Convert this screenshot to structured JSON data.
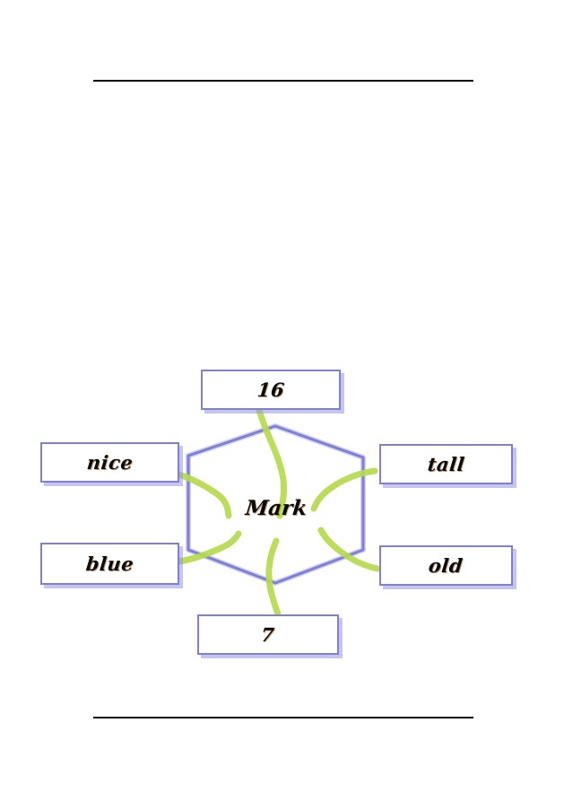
{
  "page": {
    "background_color": "#ffffff",
    "header_rule": true,
    "footer_rule": true
  },
  "diagram": {
    "type": "word-web",
    "center": {
      "shape": "hexagon",
      "label": "Mark",
      "border_color": "#7f7fd5"
    },
    "connector": {
      "style": "brush-squiggle",
      "color": "#b7da4e"
    },
    "box_style": {
      "border_color": "#7f7fd5",
      "fill_color": "#ffffff",
      "shadow_color": "#9696e1"
    },
    "nodes": [
      {
        "id": "top",
        "label": "16",
        "position": "top"
      },
      {
        "id": "left-1",
        "label": "nice",
        "position": "upper-left"
      },
      {
        "id": "left-2",
        "label": "blue",
        "position": "lower-left"
      },
      {
        "id": "right-1",
        "label": "tall",
        "position": "upper-right"
      },
      {
        "id": "right-2",
        "label": "old",
        "position": "lower-right"
      },
      {
        "id": "bottom",
        "label": "7",
        "position": "bottom"
      }
    ]
  }
}
